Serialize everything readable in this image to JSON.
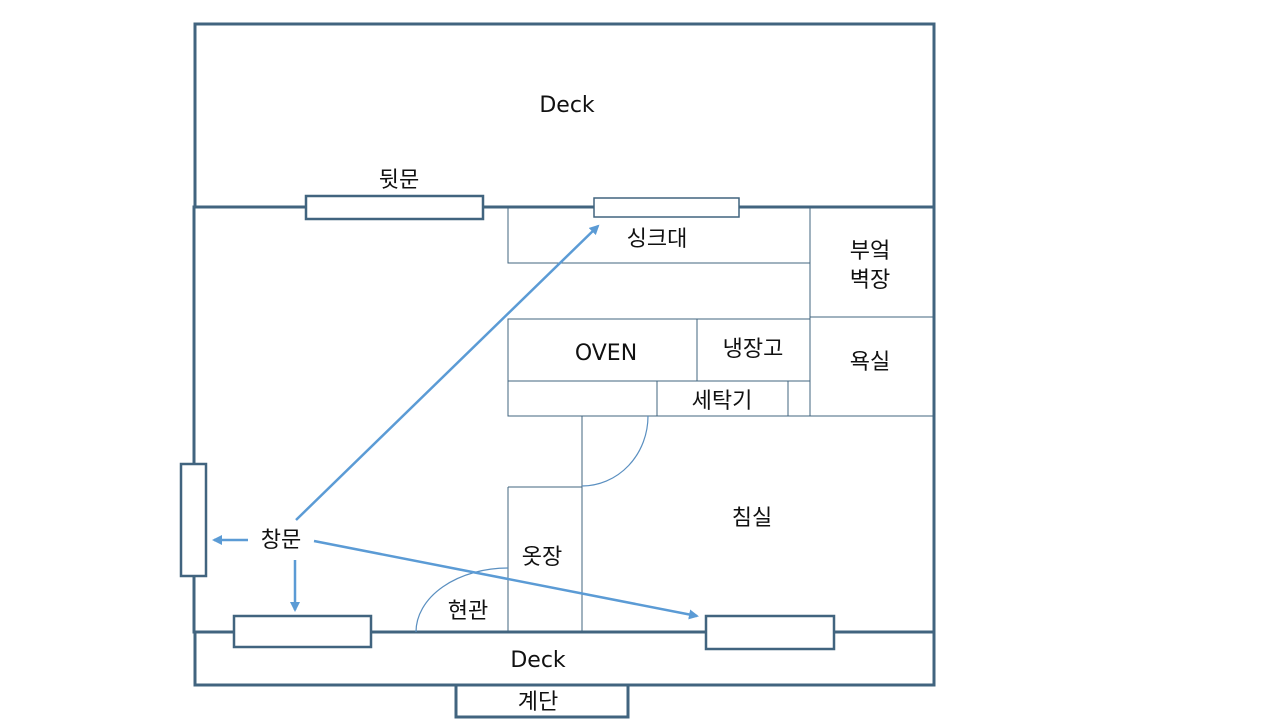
{
  "labels": {
    "deck_top": "Deck",
    "back_door": "뒷문",
    "sink": "싱크대",
    "kitchen_cabinet_line1": "부엌",
    "kitchen_cabinet_line2": "벽장",
    "oven": "OVEN",
    "fridge": "냉장고",
    "bathroom": "욕실",
    "washer": "세탁기",
    "bedroom": "침실",
    "window": "창문",
    "wardrobe": "옷장",
    "entrance": "현관",
    "deck_bottom": "Deck",
    "stairs": "계단"
  },
  "colors": {
    "wall": "#41647f",
    "arrow": "#5b9bd5"
  }
}
